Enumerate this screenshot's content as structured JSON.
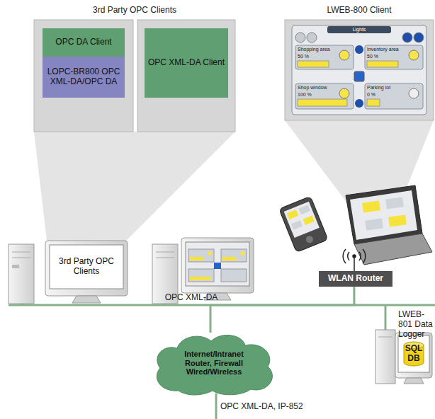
{
  "diagram": {
    "nodes": [
      {
        "text": [
          "OPC DA Client"
        ]
      },
      {
        "text": [
          "LOPC-BR800 OPC XML-DA/OPC DA"
        ]
      },
      {
        "text": [
          "OPC XML-DA Client"
        ]
      },
      {
        "text": [
          "3rd Party OPC Clients"
        ]
      },
      {
        "text": [
          "WLAN Router"
        ]
      },
      {
        "text": [
          "Internet/Intranet Router, Firewall Wired/Wireless"
        ]
      },
      {
        "text": [
          "SQL DB"
        ]
      }
    ],
    "edges": [
      {
        "from": 4,
        "to": 5,
        "arrow": "none"
      }
    ],
    "labels": [
      "3rd Party OPC Clients",
      "LWEB-800 Client",
      "OPC XML-DA",
      "LWEB-801 Data Logger",
      "OPC XML-DA, IP-852",
      "Lights",
      "Shopping area",
      "50 %",
      "Inventory area",
      "50 %",
      "Shop window",
      "100 %",
      "Parking lot",
      "0 %"
    ]
  }
}
